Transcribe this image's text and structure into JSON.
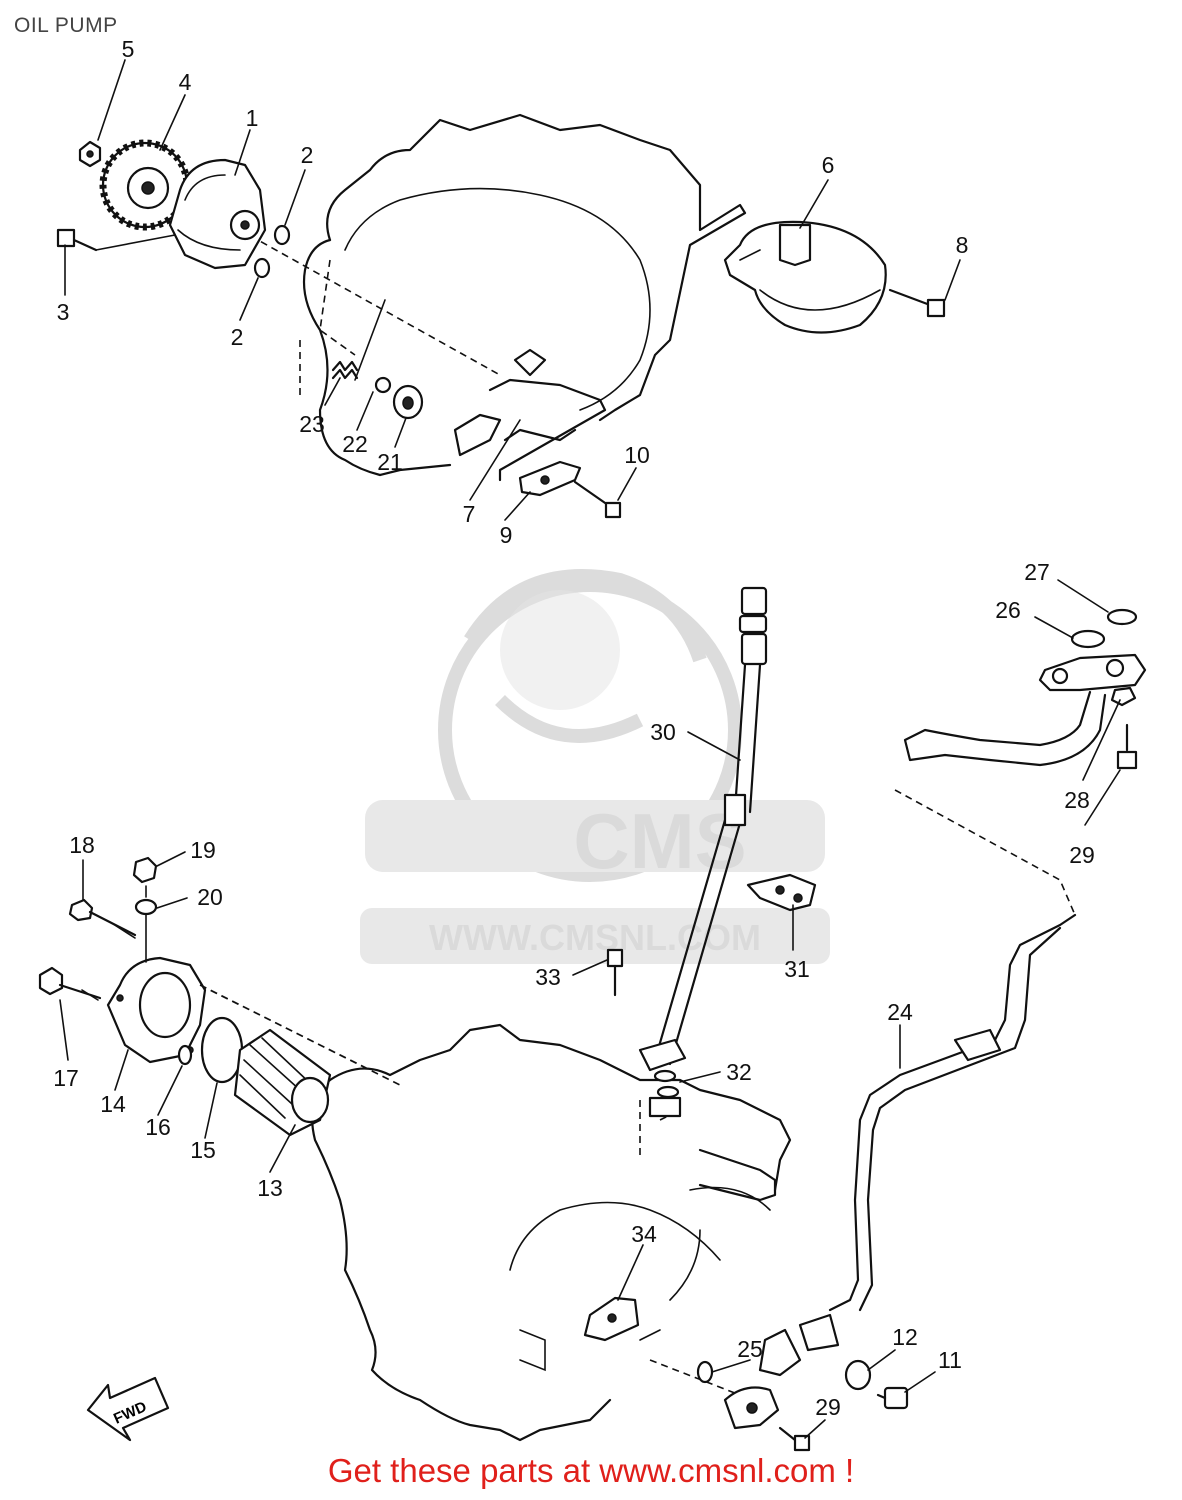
{
  "title": "OIL PUMP",
  "watermark": {
    "brand": "CMS",
    "url": "WWW.CMSNL.COM"
  },
  "callouts": {
    "c1": "1",
    "c2a": "2",
    "c2b": "2",
    "c3": "3",
    "c4": "4",
    "c5": "5",
    "c6": "6",
    "c7": "7",
    "c8": "8",
    "c9": "9",
    "c10": "10",
    "c11": "11",
    "c12": "12",
    "c13": "13",
    "c14": "14",
    "c15": "15",
    "c16": "16",
    "c17": "17",
    "c18": "18",
    "c19": "19",
    "c20": "20",
    "c21": "21",
    "c22": "22",
    "c23": "23",
    "c24": "24",
    "c25": "25",
    "c26": "26",
    "c27": "27",
    "c28": "28",
    "c29a": "29",
    "c29b": "29",
    "c30": "30",
    "c31": "31",
    "c32": "32",
    "c33": "33",
    "c34": "34"
  },
  "fwd_label": "FWD",
  "footer": {
    "text": "Get these parts at www.cmsnl.com !"
  },
  "colors": {
    "footer": "#e0201b",
    "line": "#111111",
    "watermark": "#dcdcdc"
  }
}
